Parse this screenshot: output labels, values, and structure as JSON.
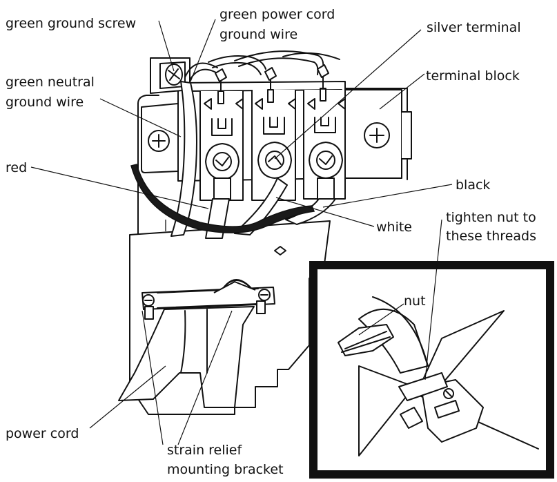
{
  "labels": {
    "green_ground_screw": "green ground screw",
    "green_power_cord_ground_wire_line1": "green power cord",
    "green_power_cord_ground_wire_line2": "ground wire",
    "silver_terminal": "silver terminal",
    "green_neutral_ground_wire_line1": "green neutral",
    "green_neutral_ground_wire_line2": "ground wire",
    "terminal_block": "terminal block",
    "red": "red",
    "black": "black",
    "white": "white",
    "tighten_nut_line1": "tighten nut to",
    "tighten_nut_line2": "these threads",
    "nut": "nut",
    "power_cord": "power cord",
    "strain_relief_line1": "strain relief",
    "strain_relief_line2": "mounting bracket"
  },
  "colors": {
    "line": "#111111",
    "background": "#ffffff",
    "neutral_wire": "#1a1a1a"
  }
}
